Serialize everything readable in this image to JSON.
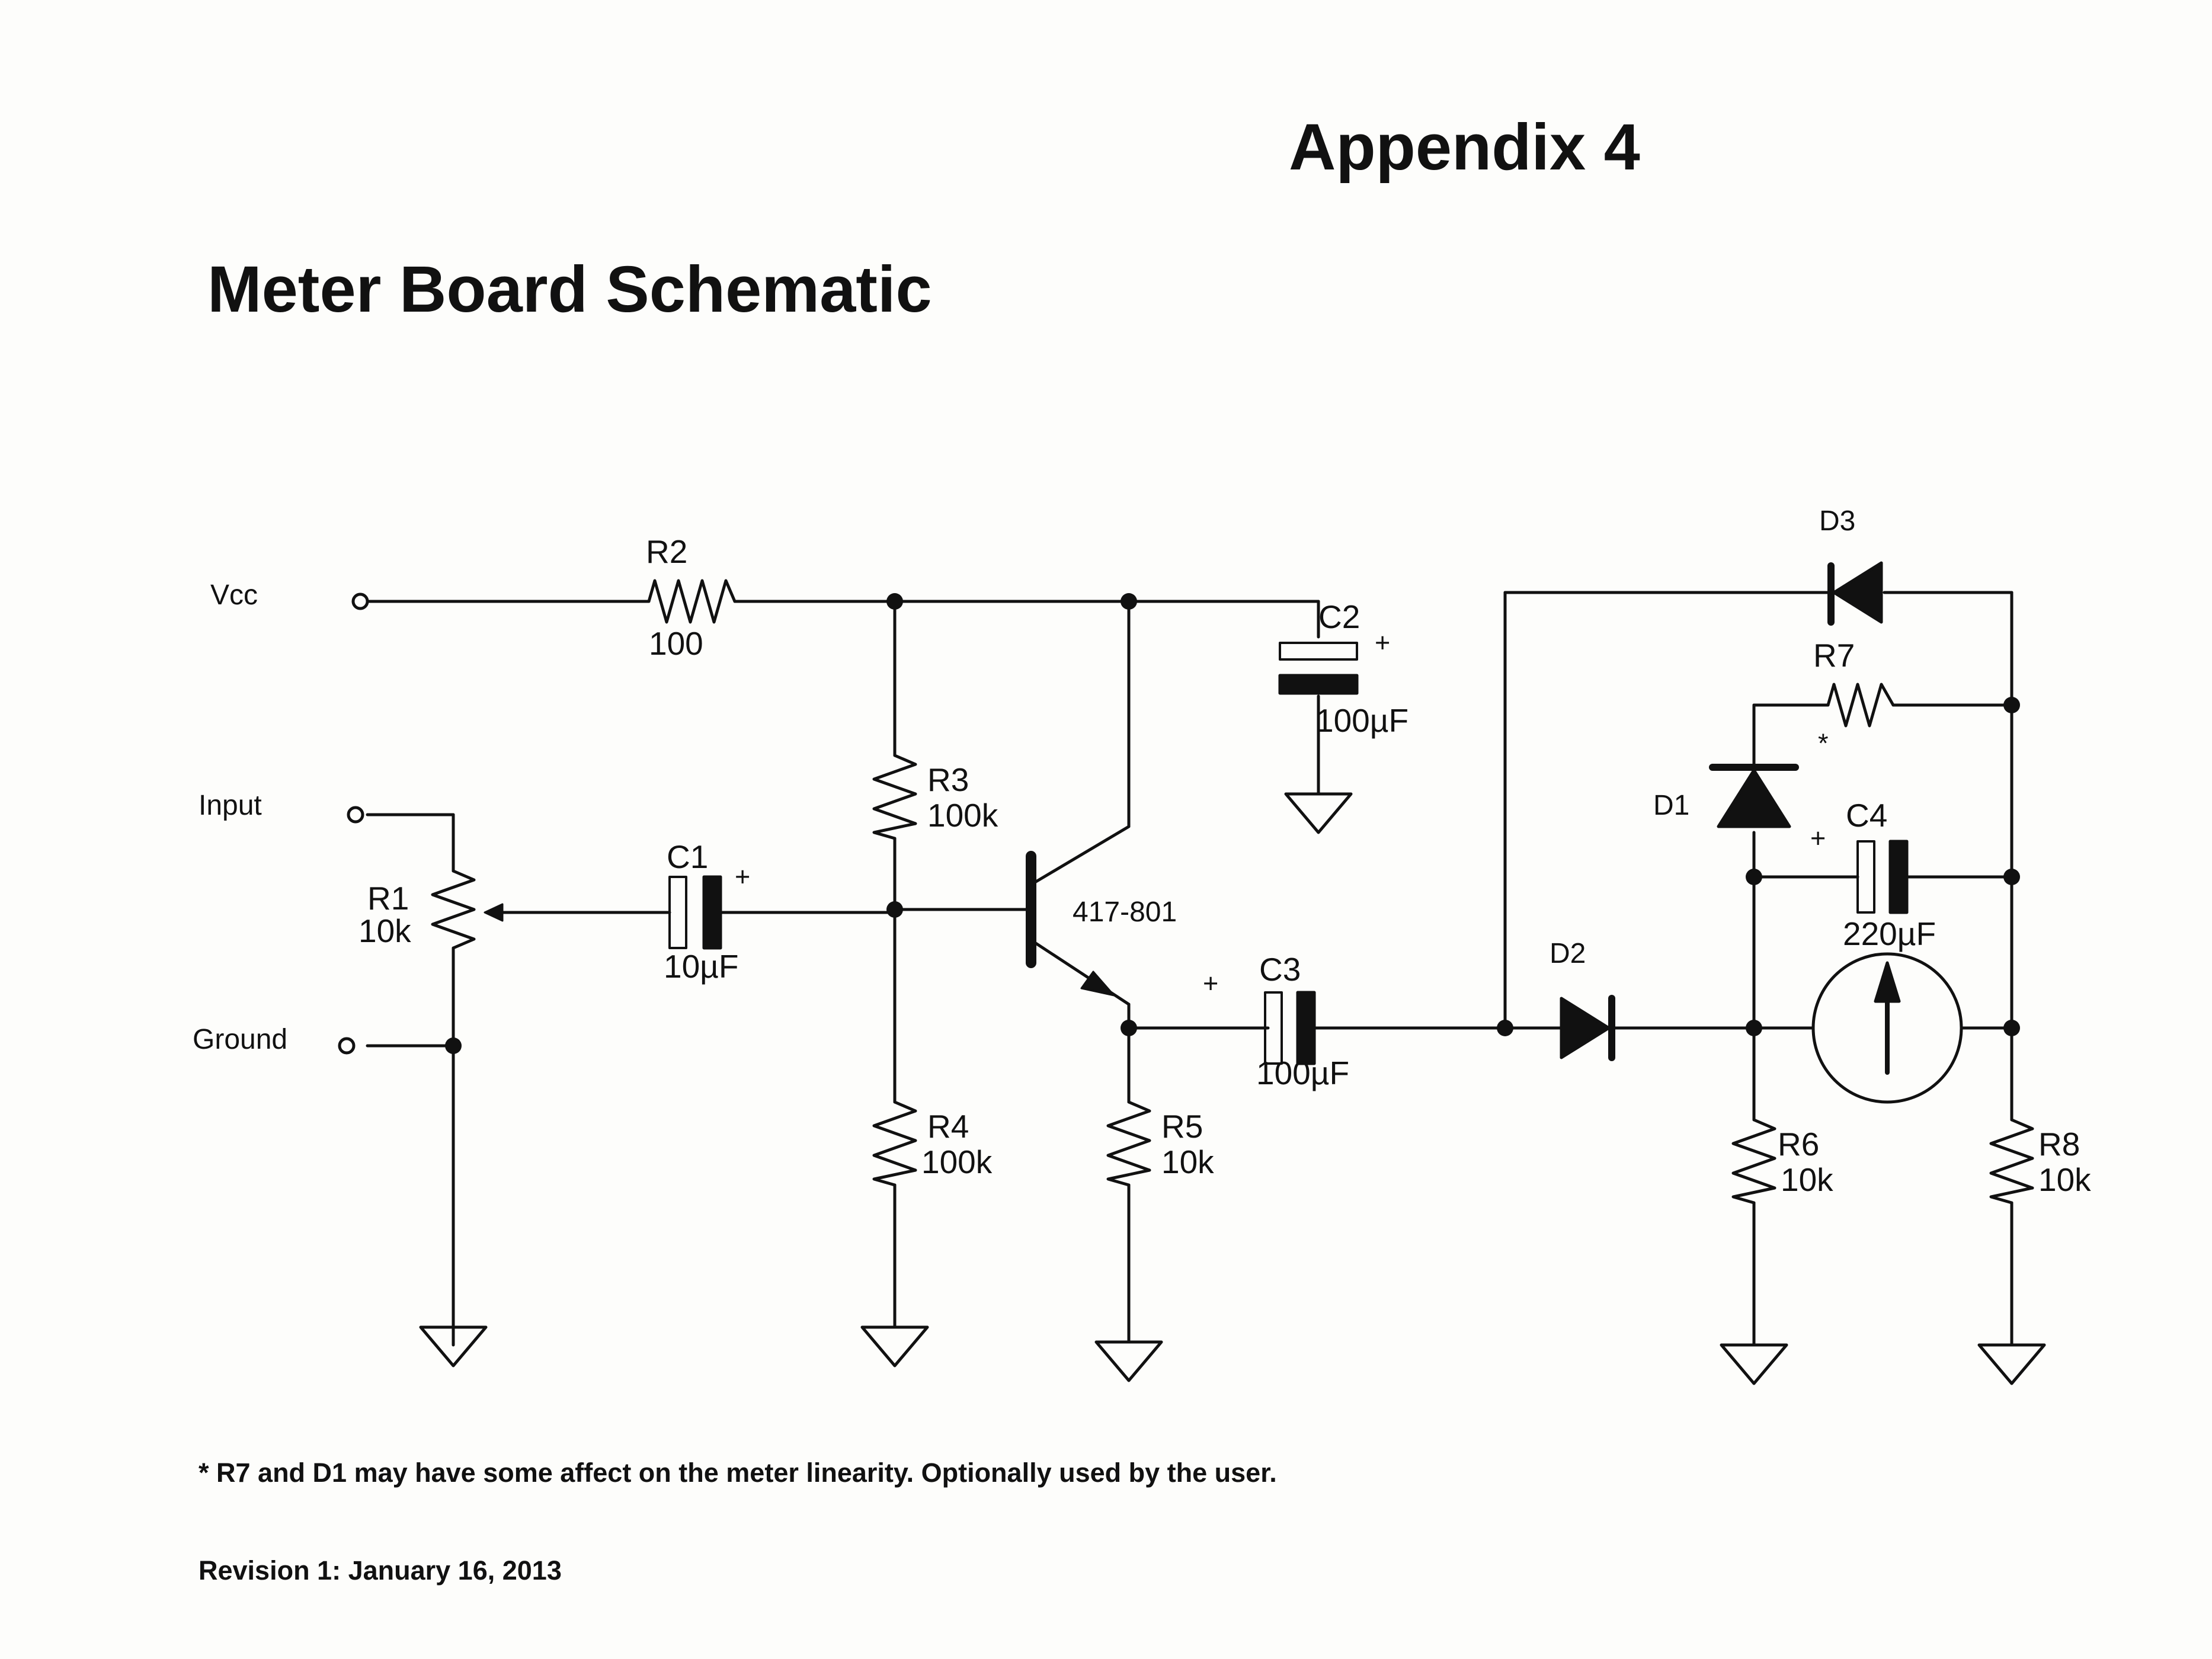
{
  "header": {
    "appendix": "Appendix 4",
    "title": "Meter Board Schematic"
  },
  "terminals": {
    "vcc": "Vcc",
    "input": "Input",
    "ground": "Ground"
  },
  "components": {
    "r1": {
      "ref": "R1",
      "value": "10k"
    },
    "r2": {
      "ref": "R2",
      "value": "100"
    },
    "r3": {
      "ref": "R3",
      "value": "100k"
    },
    "r4": {
      "ref": "R4",
      "value": "100k"
    },
    "r5": {
      "ref": "R5",
      "value": "10k"
    },
    "r6": {
      "ref": "R6",
      "value": "10k"
    },
    "r7": {
      "ref": "R7",
      "note": "*"
    },
    "r8": {
      "ref": "R8",
      "value": "10k"
    },
    "c1": {
      "ref": "C1",
      "value": "10µF",
      "polarity": "+"
    },
    "c2": {
      "ref": "C2",
      "value": "100µF",
      "polarity": "+"
    },
    "c3": {
      "ref": "C3",
      "value": "100µF",
      "polarity": "+"
    },
    "c4": {
      "ref": "C4",
      "value": "220µF",
      "polarity": "+"
    },
    "d1": {
      "ref": "D1"
    },
    "d2": {
      "ref": "D2"
    },
    "d3": {
      "ref": "D3"
    },
    "q1": {
      "part": "417-801"
    }
  },
  "footer": {
    "note": "* R7 and D1 may have some affect on the meter linearity.  Optionally used by the user.",
    "revision": "Revision 1: January 16, 2013"
  }
}
